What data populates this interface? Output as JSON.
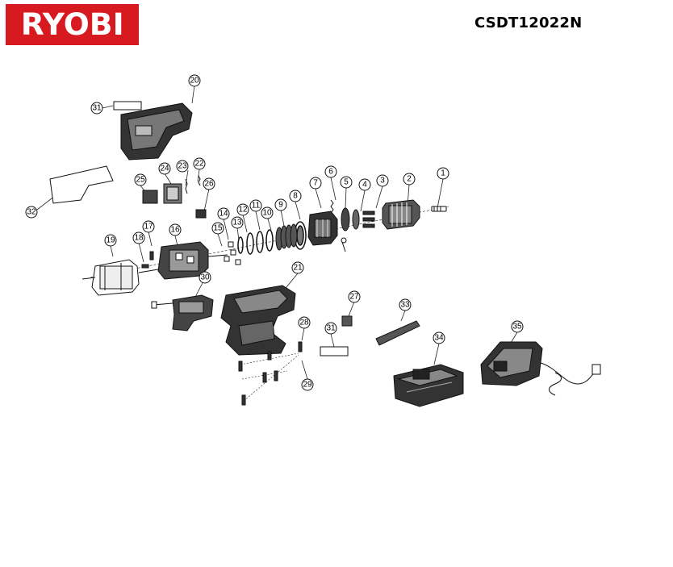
{
  "brand": {
    "logo_text": "RYOBI",
    "logo_color": "#d71920",
    "text_color": "#ffffff"
  },
  "model_number": "CSDT12022N",
  "callouts": [
    "1",
    "2",
    "3",
    "4",
    "5",
    "6",
    "7",
    "8",
    "9",
    "10",
    "11",
    "12",
    "13",
    "14",
    "15",
    "16",
    "17",
    "18",
    "19",
    "20",
    "21",
    "22",
    "23",
    "24",
    "25",
    "26",
    "27",
    "28",
    "29",
    "30",
    "31",
    "31",
    "32",
    "33",
    "34",
    "35"
  ]
}
